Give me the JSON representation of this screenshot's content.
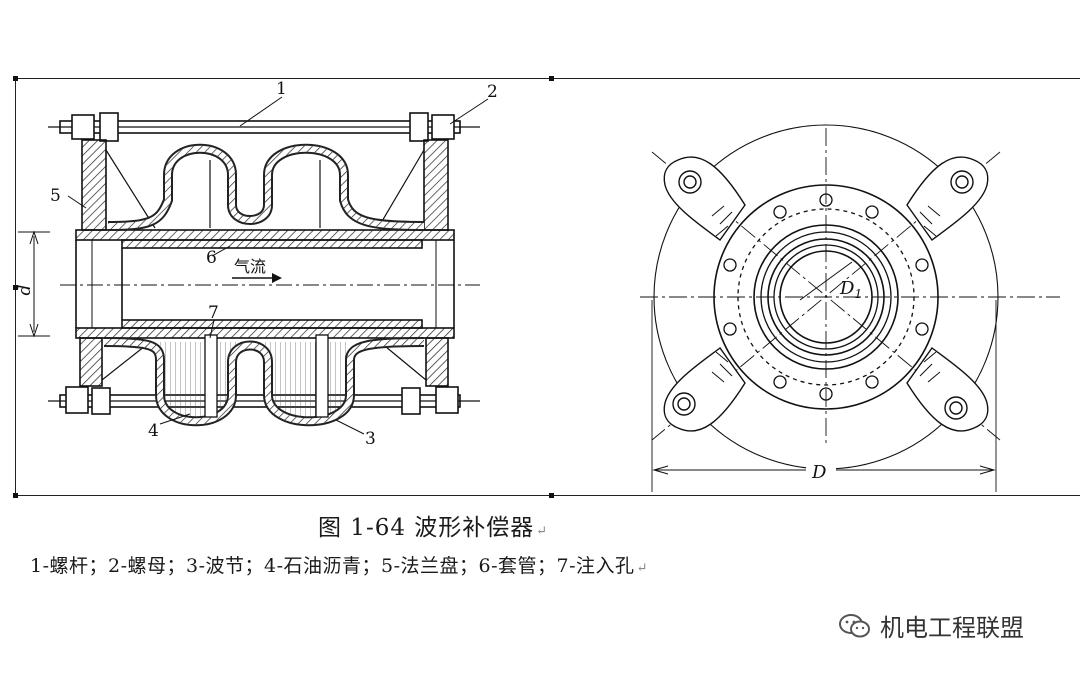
{
  "figure": {
    "callouts": [
      "1",
      "2",
      "3",
      "4",
      "5",
      "6",
      "7"
    ],
    "flow_label": "气流",
    "dim_small": "d",
    "dim_d1": "D",
    "dim_d1_sub": "1",
    "dim_big": "D"
  },
  "caption": "图 1-64 波形补偿器",
  "legend": "1-螺杆；2-螺母；3-波节；4-石油沥青；5-法兰盘；6-套管；7-注入孔",
  "paragraph_mark": "↵",
  "watermark": {
    "icon": "wechat-icon",
    "text": "机电工程联盟"
  }
}
